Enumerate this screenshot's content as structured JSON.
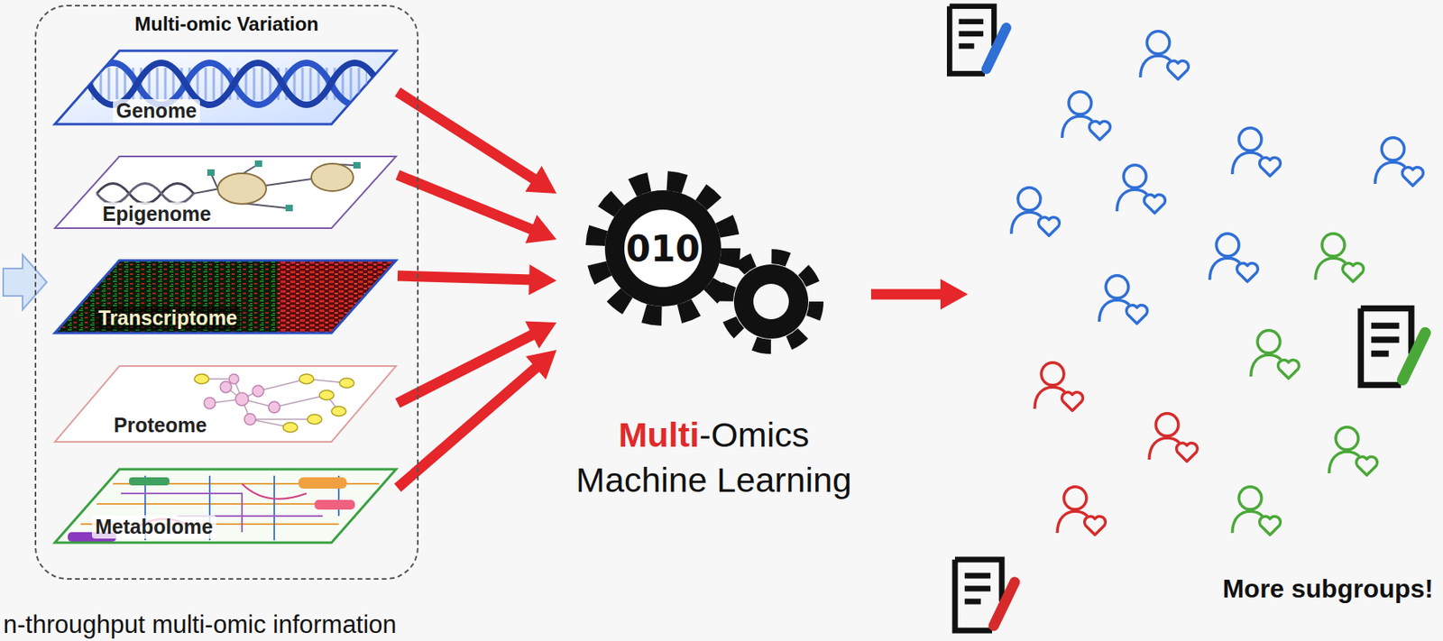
{
  "diagram": {
    "nodes": [
      {
        "text": [
          "Multi-omic Variation"
        ]
      },
      {
        "text": [
          "Genome"
        ],
        "in": 0
      },
      {
        "text": [
          "Epigenome"
        ],
        "in": 0
      },
      {
        "text": [
          "Transcriptome"
        ],
        "in": 0
      },
      {
        "text": [
          "Proteome"
        ],
        "in": 0
      },
      {
        "text": [
          "Metabolome"
        ],
        "in": 0
      },
      {
        "text": [
          "Multi",
          "-Omics Machine Learning"
        ]
      },
      {
        "text": [
          "More subgroups!"
        ]
      }
    ],
    "edges": [
      {
        "from": 1,
        "to": 6,
        "arrow": "to"
      },
      {
        "from": 2,
        "to": 6,
        "arrow": "to"
      },
      {
        "from": 3,
        "to": 6,
        "arrow": "to"
      },
      {
        "from": 4,
        "to": 6,
        "arrow": "to"
      },
      {
        "from": 5,
        "to": 6,
        "arrow": "to"
      },
      {
        "from": 6,
        "to": 7,
        "arrow": "to"
      }
    ],
    "labels": [
      "010",
      "n-throughput multi-omic information"
    ]
  }
}
